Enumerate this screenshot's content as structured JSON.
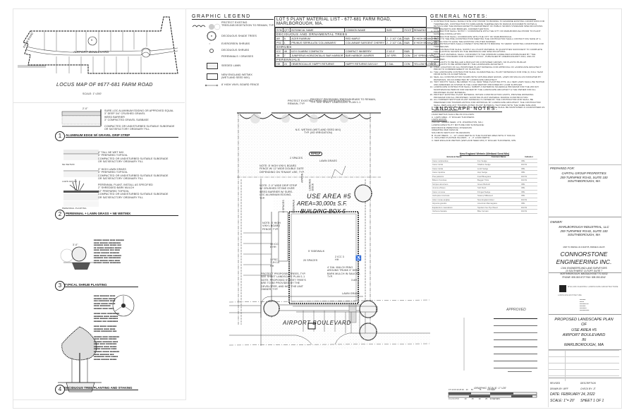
{
  "locus_map": {
    "road_labels": [
      "FARM ROAD",
      "AIRPORT BOULEVARD"
    ],
    "lot_marker": "5",
    "title": "LOCUS MAP OF #677-681 FARM ROAD",
    "scale": "SCALE: 1\"=200'"
  },
  "details": [
    {
      "number": "1",
      "title": "ALUMINUM EDGE W/ GRAVEL DRIP STRIP",
      "dim": "2'-0\"",
      "notes": [
        "SURE-LOC ALUMINUM EDGING OR APPROVED EQUAL",
        "3\" DEEP 3/4\" CRUSHED GRAVEL",
        "WEED BARRIER",
        "3\" COMPACTED GRAVEL SUBBASE",
        "COMPACTED OR UNDISTURBED SUITABLE SUBGRADE OR SATISFACTORY ORDINARY FILL"
      ]
    },
    {
      "number": "2",
      "title": "PERENNIAL + LAWN GRASS + NE WETMIX",
      "notes": [
        "4\" TALL NE WET MIX",
        "4\" PREPARED TOPSOIL",
        "COMPACTED OR UNDISTURBED SUITABLE SUBGRADE OR SATISFACTORY ORDINARY FILL",
        "3\" HIGH LAWN GRASS",
        "4\" PREPARED TOPSOIL",
        "PERENNIAL PLANT, INSTALL AS SPECIFIED",
        "2\" SHREDDED BARK MULCH",
        "12\" PREPARED TOPSOIL"
      ],
      "sublabels": [
        "NE WETMIX",
        "LAWN GRASS",
        "PERENNIAL PLANTING"
      ]
    },
    {
      "number": "3",
      "title": "TYPICAL SHRUB PLANTING",
      "dim": "3'-0\""
    },
    {
      "number": "4",
      "title": "DECIDUOUS TREE PLANTING AND STAKING"
    }
  ],
  "legend": {
    "title": "GRAPHIC LEGEND",
    "items": [
      {
        "icon": "scalloped-treeline-icon",
        "label": "PROTECT EXISTING TREELINE/VEGETATION TO REMAIN, TYP."
      },
      {
        "icon": "shade-tree-icon",
        "label": "DECIDUOUS SHADE TREES"
      },
      {
        "icon": "evergreen-shrub-icon",
        "label": "EVERGREEN SHRUBS"
      },
      {
        "icon": "deciduous-shrub-icon",
        "label": "DECIDUOUS SHRUBS"
      },
      {
        "icon": "perennial-icon",
        "label": "PERENNIALS / GRASSES"
      },
      {
        "icon": "seeded-lawn-icon",
        "label": "SEEDED LAWN"
      },
      {
        "icon": "wetland-seed-icon",
        "label": "NEW ENGLAND WETMIX (WETLAND SEED MIX)"
      },
      {
        "icon": "vinyl-fence-icon",
        "label": "8' HIGH VINYL BOARD FENCE"
      }
    ]
  },
  "plant_list": {
    "title": "LOT 5 PLANT MATERIAL LIST - 677-681 FARM ROAD, MARLBOROUGH, MA.",
    "headers": [
      "SYM",
      "QTY",
      "BOTANICAL NAME",
      "COMMON NAME",
      "SIZE",
      "ROOT",
      "REMARKS"
    ],
    "sections": [
      {
        "name": "DECIDUOUS AND ORNAMENTAL TREES",
        "rows": [
          [
            "AR",
            "5",
            "ACER RUBRUM",
            "RED MAPLE",
            "2 - 2 1/2\" CAL",
            "B&B",
            "6' HIGH BRANCHING"
          ],
          [
            "PSC",
            "1",
            "PRUNUS SERRULATA 'COLUMNARIS'",
            "COLUMNAR SARGENT CHERRY",
            "2 - 2 1/2\" CAL",
            "B&B",
            "6' HIGH BRANCHING"
          ]
        ]
      },
      {
        "name": "SHRUBS",
        "rows": [
          [
            "ICC",
            "48",
            "ILEX GLABRA 'COMPACTA'",
            "COMPACT INKBERRY",
            "2 1/2-3'",
            "B&B",
            ""
          ],
          [
            "JH",
            "7",
            "JUNIPERUS HORIZONTALIS 'BAR HARBOR'",
            "BAR HARBOR JUNIPER",
            "24\" SPR.",
            "CON",
            "24\" SPREAD MIN."
          ]
        ]
      },
      {
        "name": "PERENNIALS",
        "rows": [
          [
            "HH",
            "24",
            "HEMEROCALLIS 'HAPPY RETURNS'",
            "HAPPY RETURNS DAYLILY",
            "2 GAL.",
            "CON",
            "YELLOW FLOWER"
          ]
        ]
      }
    ]
  },
  "general_notes": {
    "title": "GENERAL NOTES:",
    "items": [
      "CONTRACTOR SHALL MAKE A SITE VISIT PRIOR TO BIDDING TO EXAMINE EXISTING CONDITIONS FOR THEMSELVES. CONTRACTOR TO FAMILIARIZE THEMSELVES W/ DESIGN DOCUMENTS NOTES & DETAILS AND THE MASSACHUSETTS DEPARTMENT OF PUBLIC WORKS STANDARD SPECIFICATIONS FOR HIGHWAYS AND BRIDGES, CURRENT EDITION.",
      "CONTRACTOR SHALL NOTIFY / COORDINATE WITH THE CITY OF MARLBOROUGH PRIOR TO PLANT MATERIAL INSTALLATION.",
      "CONTRACTOR SHALL COORDINATE WITH THE CITY OF MARLBOROUGH.",
      "PRIOR TO THE PRE-CONSTRUCTION MEETING THE CONTRACTOR SHALL CONTACT DIG SAFE AT 1-888-344-7233 TO HAVE THE EXISTING UTILITIES MARKED.",
      "ALL CONTRACTORS SHALL INSPECT SITE PRIOR TO BIDDING TO VERIFY EXISTING CONDITIONS FOR THEMSELVES.",
      "THE CONTRACTOR SHALL SUPPLY ALL PLANT MATERIAL IN QUANTITIES SUFFICIENT TO COMPLETE THE PLANTING SHOWN ON THE DRAWINGS AND SPECIFICATIONS.",
      "ALL PLANT MATERIAL SHALL CONFORM TO THE MINIMUM GUIDELINES ESTABLISHED BY \"THE AMERICAN STANDARD FOR NURSERY STOCK\", PUBLISHED BY AMERICANHORT 2014, AND AS AMENDED.",
      "ALL PLANTS TO BE BALLED & BURLAP OR CONTAINER GROWN, NO PLASTIC BURLAP.",
      "ALL PLANTS TO BE APPROVED BY THE LANDSCAPE ARCHITECT.",
      "FINAL LOCATION OF ALL PROPOSED PLANT MATERIAL FOR APPROVAL OF LANDSCAPE ARCHITECT PRIOR TO COMMENCEMENT OF PLANTING.",
      "THE LANDSCAPE CONTRACTOR SHALL GUARANTEE ALL PLANT MATERIALS FOR ONE (1) FULL YEAR FROM DATE OF ACCEPTANCE.",
      "SEAL ALL CONSTRUCTION SCARS WITH NATURALIZED GRASS, LAWN OR MULCH AS INDICATED BY DRAWINGS, OR AS DIRECTED BY LANDSCAPE ARCHITECT.",
      "\"DRY ROOTS\" SHALL BE ADDED TO ALL NEW TREE PLANTING PITS. ALL NEW LAWN SHALL BE TESTED AND AMENDED AS STATED IN THE LOAM REPORT PROVIDED BY LOAM SUPPLIER.",
      "LANDSCAPE CONTRACTOR SHALL SUBMIT A WATERING SCHEDULE PROGRAM FOR THE 200 DAY MAINTENANCE PERIOD FOR REVIEW BY THE LANDSCAPE ARCHITECT & THE OWNER FOR ALL PROPOSED PLANT MATERIAL.",
      "PROTECT EXISTING PLANT MATERIAL WITHIN CONSTRUCTION LIMITS, PROVIDE WATERING PROGRAM FOR ALL PROPOSED / EXISTING PLANT MATERIAL DURING CONSTRUCTION.",
      "ALL NURSERY/ENTITLED PLANT MATERIAL IS OWNED BY THE CONTRACTOR AND SHALL BE PREPARED FOR TRANSPLANTING FOR APPROVAL BY LANDSCAPE ARCHITECT. THE CONTRACTOR SHALL REPLACE ANY TRANSPLANTED PLANT MATERIAL THAT DIES WITH THE SAME SIZE AND SPECIES OF PLANT MATERIAL. THE NEW PLANT MATERIAL SHALL BE MAINTAINED & GUARANTEED AS NEW PLANT MATERIAL."
    ]
  },
  "landscape_notes": {
    "title": "LANDSCAPE NOTES:",
    "lines": [
      "LOAM DEPTHS SHALL BE AS FOLLOWS:",
      "A. LAWN AREA - 6\" ROLLED THICKNESS",
      "LAWN GRASS:",
      "(VALLEY GREEN SEED, LTD. WILMINGTON, MA.)",
      "LANDSCAPE/UTILITY MIXTURE FOR SUN/SHADE:",
      "ENDURANCE PERENNIAL RYEGRASS",
      "CREEPING RED FESCUE",
      "SOLOMON KENTUCKY BLUEGRASS",
      "B. PLANT BEDS - 1 - 12\" LOAM DEPTH IN THE PLANTED AREA WITH 3\" MULCH.",
      "C. ISOLATED PLANTED ISLANDS - 1' - 3\" LOAM DEPTH",
      "3. NEW ENGLAND WETMIX (WETLAND SEED MIX) 6\" ROLLED THICKNESS, MIN."
    ]
  },
  "wetmix_table": {
    "title": "New England Wetmix (Wetland Seed Mix)",
    "headers": [
      "Botanical Name",
      "Common Name",
      "Indicator"
    ],
    "rows": [
      [
        "Carex vulpinoidea",
        "Fox Sedge",
        "OBL"
      ],
      [
        "Carex lurida",
        "Shallow Sedge",
        "FACW"
      ],
      [
        "Carex lurida",
        "Lurid Sedge",
        "OBL"
      ],
      [
        "Carex lupulina",
        "Hop Sedge",
        "OBL"
      ],
      [
        "Poa palustris",
        "Fowl Bluegrass",
        "FACW"
      ],
      [
        "Bidens frondosa",
        "Beggar Ticks",
        "FACW"
      ],
      [
        "Scirpus atrovirens",
        "Green Bulrush",
        "OBL"
      ],
      [
        "Juncus effusus",
        "Soft Rush",
        "OBL"
      ],
      [
        "Carex comosa",
        "Fringed Sedge",
        "OBL"
      ],
      [
        "Asclepias incarnata",
        "Swamp Milkweed",
        "OBL"
      ],
      [
        "Aster novae-angliae",
        "New England Aster",
        "FACW"
      ],
      [
        "Glyceria grandis",
        "American Mannagrass",
        "OBL"
      ],
      [
        "Eupatorium maculatum",
        "Spotted Joe Pye Weed",
        "FACW"
      ],
      [
        "Verbena hastata",
        "Blue Vervain",
        "FACW"
      ]
    ]
  },
  "plan": {
    "callouts": {
      "protect_existing": "PROTECT EXISTING TREELINE/ VEGETATION TO REMAIN, TYP.",
      "protect_proposed": "PROTECT PROPOSED TREES/SHRUBS TO REMAIN, TYP. SEE SHEET LANDSCAPE PLAN 1-1",
      "ne_wetmix": "N.E. WETMIX (WETLAND SEED MIX) TYP. (NO IRRIGATION)",
      "riprap": "RIPRAP",
      "two_spaces": "2 SPACES",
      "lawn_grass_top": "LAWN GRASS",
      "fence_note": "NOTE: 8' HIGH VINYL BOARD FENCE W/ 12' WIDE DOUBLE GATE DEPENDING ON TENANT USE, TYP.",
      "drip_strip_note": "NOTE: 2'-0\" WIDE DRIP STRIP W/ CRUSHED STONE OVER WEED BARRIER W/ SURE-LOC ALUMINUM EDGING, TYP.",
      "apron": "APRON",
      "loading_dock": "LOADING DOCK",
      "use_area_title": "USE AREA #5",
      "use_area_size": "AREA=30,000± S.F.",
      "use_area_building": "BUILDING BOX-5",
      "eight_spaces": "8 SPACES",
      "fence_note_2": "NOTE: 8' HIGH VINYL BOARD FENCE, TYP.",
      "sidewalk": "SIDEWALK",
      "sidewalk_front": "5' SIDEWALK",
      "icc_19": "19 ICC 8 HH",
      "psc_tag": "1 PSC 7 JH 15 HH",
      "twenty_spaces": "20 SPACES",
      "icc_2": "2 ICC 3 HH",
      "mulch_note": "4' DIA. MULCH RING AROUND TRUNK 3\" DEEP BARK MULCH IN SAUCER, TYP.",
      "ar_tag": "3 AR",
      "street_trees_note": "PROTECT PROPOSED TREES, TYP. SEE SHEET LANDSCAPE PLAN 1-1 NOTE: PROPOSED STREET TREE'S ARE TO BE PROVIDED BY THE DEVELOPER, AND NOT THE UNIT OWNER, TYP.",
      "lawn_grass_bottom": "LAWN GRASS",
      "street": "AIRPORT BOULEVARD"
    }
  },
  "graphic_scale": {
    "title": "GRAPHIC SCALE: 1\"=20'",
    "feet_ticks": [
      "0",
      "5",
      "10",
      "15",
      "20",
      "25",
      "30",
      "40",
      "50",
      "75",
      "100 FEET"
    ],
    "meter_ticks": [
      "0",
      "1",
      "2",
      "3",
      "4",
      "5",
      "6",
      "10",
      "15",
      "20",
      "25",
      "30 METERS"
    ]
  },
  "approved": {
    "label": "APPROVED"
  },
  "title_block": {
    "prepared_for_label": "PREPARED FOR:",
    "prepared_for": [
      "CAPITAL GROUP PROPERTIES",
      "259 TURNPIKE ROAD, SUITE 100",
      "SOUTHBOROUGH, MA"
    ],
    "owner_label": "OWNER:",
    "owner": [
      "MARLBOROUGH INDUSTRIAL, LLC",
      "259 TURNPIKE ROAD, SUITE 100",
      "SOUTHBOROUGH, MA"
    ],
    "map_ref": "MAP 73, PARCEL 32 & MAP 85, PARCELS 14A/15",
    "firm_name_1": "CONNORSTONE",
    "firm_name_2": "ENGINEERING INC.",
    "firm_lines": [
      "CIVIL ENGINEERS AND LAND SURVEYORS",
      "10 SOUTHWEST CUTOFF, SUITE 7",
      "NORTHBOROUGH, MASSACHUSETTS 01532",
      "PHONE: 508-393-9727  FAX: 508-393-5242"
    ],
    "la_firm": "WILLIAM FLEMING LANDSCAPE ARCHITECTURE",
    "la_sub": "LANDSCAPE ARCHITECTURE",
    "plan_title": [
      "PROPOSED LANDSCAPE PLAN",
      "OF",
      "USE AREA #5",
      "AIRPORT BOULEVARD",
      "IN",
      "MARLBOROUGH, MA"
    ],
    "revised_label": "REVISED",
    "description_label": "DESCRIPTION",
    "drawn_by": "DRAWN BY:  WFF",
    "check_by": "CHECK BY:  JT",
    "date": "DATE:  FEBRUARY 24, 2022",
    "scale": "SCALE:  1\"= 20'",
    "sheet": "SHEET  1  OF  1"
  }
}
